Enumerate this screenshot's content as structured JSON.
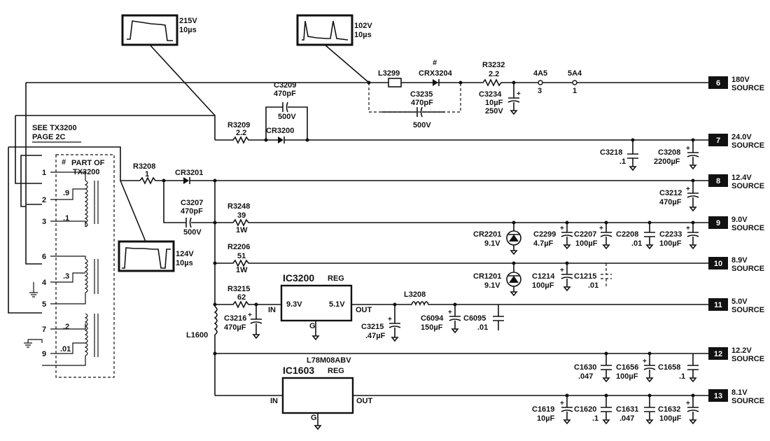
{
  "scopes": {
    "s215": {
      "v": "215V",
      "t": "10µs"
    },
    "s102": {
      "v": "102V",
      "t": "10µs"
    },
    "s124": {
      "v": "124V",
      "t": "10µs"
    }
  },
  "note": {
    "line1": "SEE TX3200",
    "line2": "PAGE 2C"
  },
  "transformer": {
    "label1": "PART OF",
    "label2": "TX3200",
    "pins": [
      "1",
      "2",
      "3",
      "6",
      "4",
      "5",
      "7",
      "9"
    ],
    "ratios": [
      ".9",
      ".1",
      ".3",
      ".2",
      ".01"
    ]
  },
  "parts": {
    "L3299": "L3299",
    "CRX3204": "CRX3204",
    "R3232": "R3232",
    "R3232_v": "2.2",
    "tp1": "4A5",
    "tp1_n": "3",
    "tp2": "5A4",
    "tp2_n": "1",
    "C3209": "C3209",
    "C3209_v": "470pF",
    "C3209_r": "500V",
    "C3235": "C3235",
    "C3235_v": "470pF",
    "C3235_r": "500V",
    "C3234": "C3234",
    "C3234_v": "10µF",
    "C3234_r": "250V",
    "R3209": "R3209",
    "R3209_v": "2.2",
    "CR3200": "CR3200",
    "C3218": "C3218",
    "C3218_v": ".1",
    "C3208": "C3208",
    "C3208_v": "2200µF",
    "R3208": "R3208",
    "R3208_v": "1",
    "CR3201": "CR3201",
    "C3207": "C3207",
    "C3207_v": "470pF",
    "C3207_r": "500V",
    "C3212": "C3212",
    "C3212_v": "470µF",
    "R3248": "R3248",
    "R3248_v": "39",
    "R3248_w": "1W",
    "CR2201": "CR2201",
    "CR2201_v": "9.1V",
    "C2299": "C2299",
    "C2299_v": "4.7µF",
    "C2207": "C2207",
    "C2207_v": "100µF",
    "C2208": "C2208",
    "C2208_v": ".01",
    "C2233": "C2233",
    "C2233_v": "100µF",
    "R2206": "R2206",
    "R2206_v": "51",
    "R2206_w": "1W",
    "CR1201": "CR1201",
    "CR1201_v": "9.1V",
    "C1214": "C1214",
    "C1214_v": "100µF",
    "C1215": "C1215",
    "C1215_v": ".01",
    "IC3200": "IC3200",
    "IC3200_t": "REG",
    "IC3200_in": "9.3V",
    "IC3200_out": "5.1V",
    "R3215": "R3215",
    "R3215_v": "62",
    "C3216": "C3216",
    "C3216_v": "470µF",
    "C3215": "C3215",
    "C3215_v": ".47µF",
    "L3208": "L3208",
    "C6094": "C6094",
    "C6094_v": "150µF",
    "C6095": "C6095",
    "C6095_v": ".01",
    "L1600": "L1600",
    "IC1603": "IC1603",
    "IC1603_t": "REG",
    "IC1603_part": "L78M08ABV",
    "C1630": "C1630",
    "C1630_v": ".047",
    "C1656": "C1656",
    "C1656_v": "100µF",
    "C1658": "C1658",
    "C1658_v": ".1",
    "C1619": "C1619",
    "C1619_v": "10µF",
    "C1620": "C1620",
    "C1620_v": ".1",
    "C1631": "C1631",
    "C1631_v": ".047",
    "C1632": "C1632",
    "C1632_v": "100µF",
    "pin_in": "IN",
    "pin_out": "OUT",
    "pin_g": "G",
    "hash": "#"
  },
  "sources": [
    {
      "num": "6",
      "v": "180V",
      "s": "SOURCE"
    },
    {
      "num": "7",
      "v": "24.0V",
      "s": "SOURCE"
    },
    {
      "num": "8",
      "v": "12.4V",
      "s": "SOURCE"
    },
    {
      "num": "9",
      "v": "9.0V",
      "s": "SOURCE"
    },
    {
      "num": "10",
      "v": "8.9V",
      "s": "SOURCE"
    },
    {
      "num": "11",
      "v": "5.0V",
      "s": "SOURCE"
    },
    {
      "num": "12",
      "v": "12.2V",
      "s": "SOURCE"
    },
    {
      "num": "13",
      "v": "8.1V",
      "s": "SOURCE"
    }
  ]
}
